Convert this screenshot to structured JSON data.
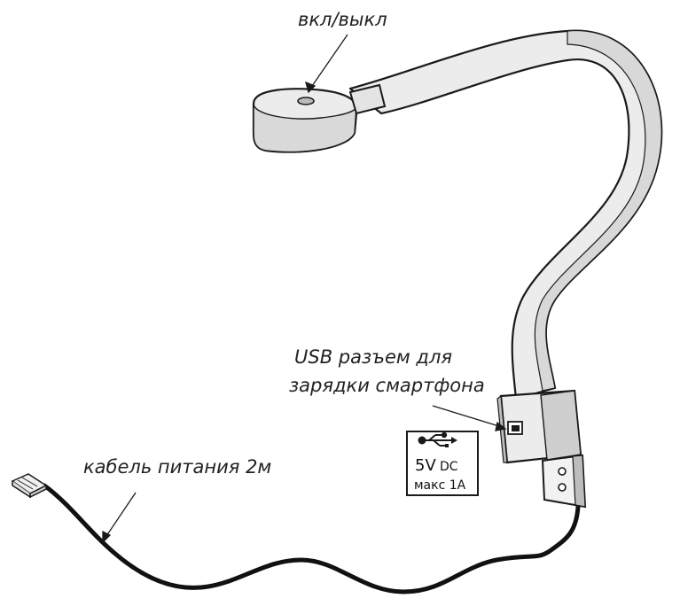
{
  "labels": {
    "switch": "вкл/выкл",
    "usb_line1": "USB разъем для",
    "usb_line2": "зарядки смартфона",
    "cable": "кабель питания 2м"
  },
  "badge": {
    "voltage": "5V",
    "dc": "DC",
    "max_current": "макс 1A"
  },
  "icons": {
    "usb": "usb-symbol-icon"
  },
  "colors": {
    "body_fill": "#ececec",
    "outline": "#1a1a1a",
    "cable": "#111111"
  }
}
